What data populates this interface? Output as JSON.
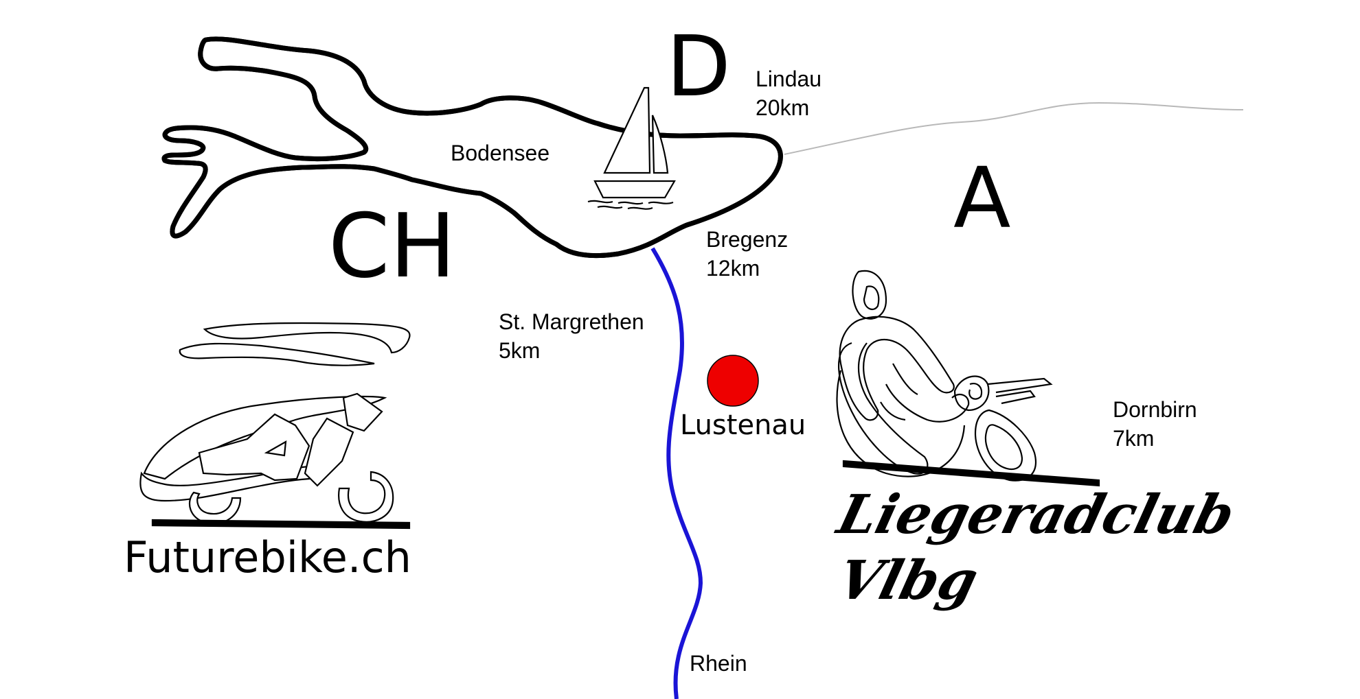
{
  "colors": {
    "river": "#1a14d6",
    "marker": "#ee0000",
    "ink": "#000000",
    "road": "#b8b8b8"
  },
  "countries": {
    "germany": "D",
    "austria": "A",
    "switzerland": "CH"
  },
  "lake": {
    "name": "Bodensee"
  },
  "river": {
    "name": "Rhein"
  },
  "marker": {
    "name": "Lustenau"
  },
  "places": {
    "lindau": {
      "name": "Lindau",
      "distance": "20km"
    },
    "bregenz": {
      "name": "Bregenz",
      "distance": "12km"
    },
    "st_margrethen": {
      "name": "St. Margrethen",
      "distance": "5km"
    },
    "dornbirn": {
      "name": "Dornbirn",
      "distance": "7km"
    }
  },
  "logos": {
    "futurebike": {
      "text": "Futurebike.ch"
    },
    "club": {
      "line1": "Liegeradclub",
      "line2": "Vlbg"
    }
  },
  "icons": [
    "sailboat-icon",
    "velomobile-icon",
    "recumbent-cyclist-icon"
  ]
}
